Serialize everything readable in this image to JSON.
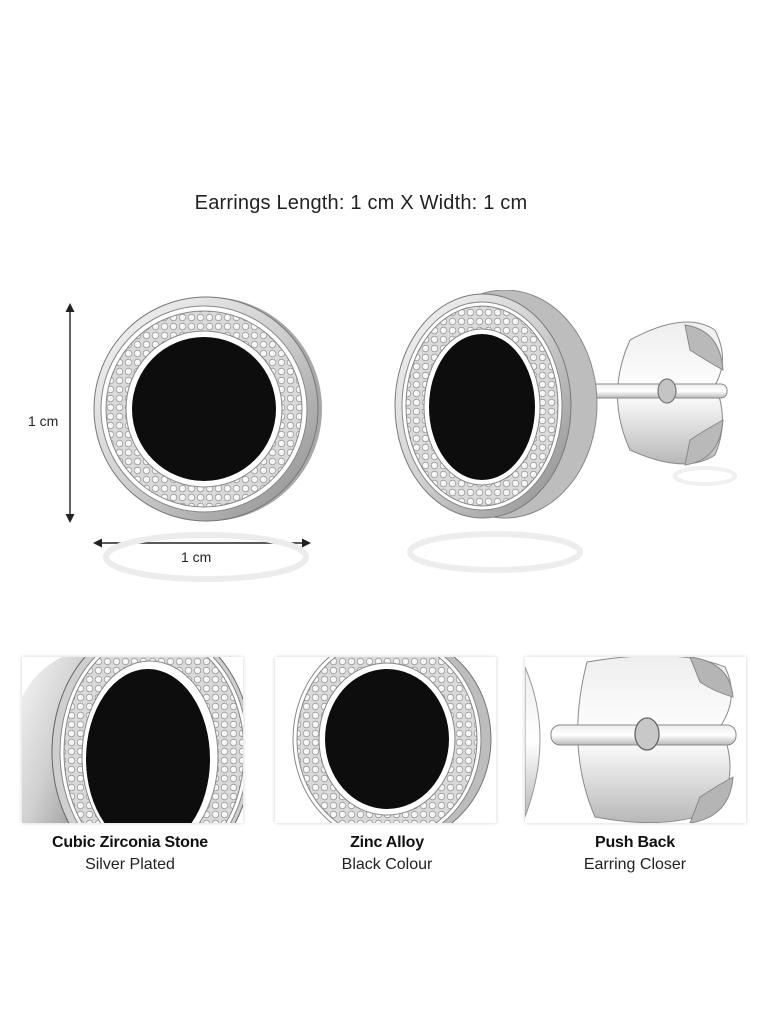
{
  "header": {
    "title": "Earrings Length: 1 cm X Width: 1 cm"
  },
  "dimensions": {
    "height_label": "1 cm",
    "width_label": "1 cm"
  },
  "product_views": [
    {
      "name": "front-view",
      "icon": "stud-earring-front"
    },
    {
      "name": "side-view",
      "icon": "stud-earring-with-push-back"
    }
  ],
  "features": [
    {
      "title": "Cubic Zirconia Stone",
      "subtitle": "Silver Plated",
      "icon": "stone-closeup"
    },
    {
      "title": "Zinc Alloy",
      "subtitle": "Black Colour",
      "icon": "black-center-closeup"
    },
    {
      "title": "Push Back",
      "subtitle": "Earring Closer",
      "icon": "push-back-closeup"
    }
  ],
  "colors": {
    "background": "#ffffff",
    "stone_black": "#0d0d0d",
    "silver": "#d9d9d9",
    "text": "#222222"
  }
}
